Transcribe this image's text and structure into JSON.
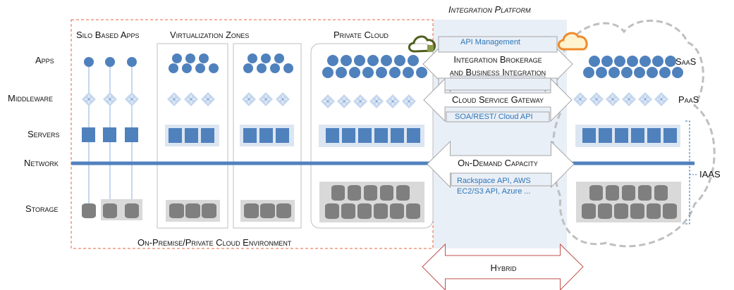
{
  "title": "Integration Platform",
  "rows": {
    "apps": "Apps",
    "middleware": "Middleware",
    "servers": "Servers",
    "network": "Network",
    "storage": "Storage"
  },
  "sections": {
    "silo": "Silo Based Apps",
    "virtualization": "Virtualization Zones",
    "private_cloud": "Private Cloud",
    "on_premise": "On-Premise/Private Cloud Environment"
  },
  "integration": {
    "api_management": "API Management",
    "brokerage_line1": "Integration Brokerage",
    "brokerage_line2": "and Business Integration",
    "gateway": "Cloud Service Gateway",
    "gateway_sub": "SOA/REST/  Cloud API",
    "capacity": "On-Demand Capacity",
    "capacity_sub_line1": "Rackspace API, AWS",
    "capacity_sub_line2": "EC2/S3  API, Azure ...",
    "hybrid": "Hybrid"
  },
  "public_cloud": {
    "saas": "SaaS",
    "paas": "PaaS",
    "iaas": "IAAS"
  },
  "icons": {
    "private_cloud": "cloud-lock-icon",
    "public_cloud": "cloud-icon",
    "app": "circle-app-icon",
    "middleware": "diamond-node-icon",
    "server": "square-server-icon",
    "storage": "cylinder-storage-icon"
  },
  "colors": {
    "primary_blue": "#4f81bd",
    "light_blue_fill": "#dce6f2",
    "middleware_blue": "#c5d7ee",
    "storage_gray": "#7f7f7f",
    "storage_bg": "#d9d9d9",
    "on_premise_border": "#e8643c",
    "integration_bg": "#e9eff7",
    "hybrid_border": "#c0504d",
    "text_blue": "#2e75b6",
    "cloud_dash": "#bfbfbf",
    "private_cloud_icon": "#4e5f1e",
    "public_cloud_icon": "#f08a2c"
  }
}
